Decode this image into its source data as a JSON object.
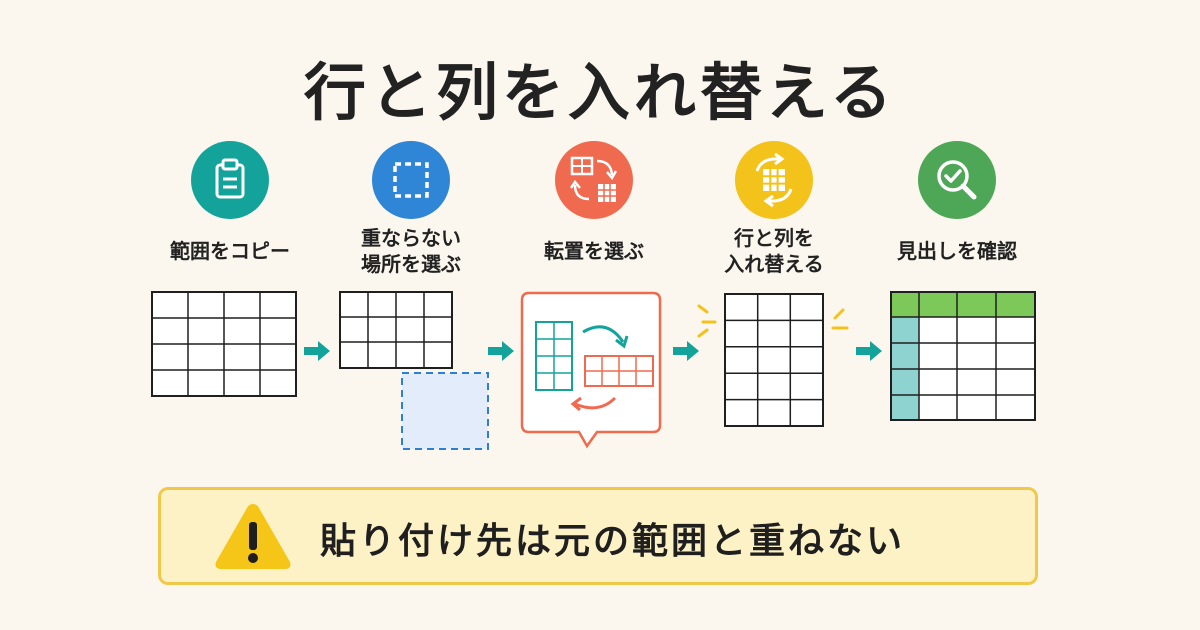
{
  "title": "行と列を入れ替える",
  "steps": [
    {
      "label": "範囲をコピー",
      "icon": "clipboard-icon",
      "color": "#14a39b"
    },
    {
      "label_lines": [
        "重ならない",
        "場所を選ぶ"
      ],
      "icon": "dashed-selection-icon",
      "color": "#2f86d6"
    },
    {
      "label": "転置を選ぶ",
      "icon": "transpose-icon",
      "color": "#ef6a4e"
    },
    {
      "label_lines": [
        "行と列を",
        "入れ替える"
      ],
      "icon": "rotate-grid-icon",
      "color": "#f3c21b"
    },
    {
      "label": "見出しを確認",
      "icon": "magnifier-check-icon",
      "color": "#4ea757"
    }
  ],
  "warning": {
    "text": "貼り付け先は元の範囲と重ねない",
    "icon": "warning-icon"
  },
  "colors": {
    "teal": "#14a39b",
    "orange": "#ef6a4e",
    "green_header": "#7cc95a",
    "light_teal": "#8fd3d0",
    "blue_dashed": "#2f7fd0",
    "warn_border": "#f0c94a",
    "warn_bg": "#fdf1c6"
  }
}
